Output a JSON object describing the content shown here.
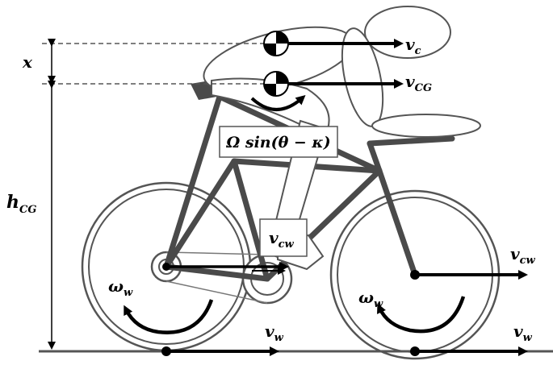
{
  "diagram": {
    "labels": {
      "x": "x",
      "h_cg": "h",
      "h_cg_sub": "CG",
      "v_c": "v",
      "v_c_sub": "c",
      "v_cg": "v",
      "v_cg_sub": "CG",
      "omega_box": "Ω sin(θ − κ)",
      "v_cw_box": "v",
      "v_cw_box_sub": "cw",
      "v_cw_right": "v",
      "v_cw_right_sub": "cw",
      "omega_w_rear": "ω",
      "omega_w_rear_sub": "w",
      "omega_w_front": "ω",
      "omega_w_front_sub": "w",
      "v_w_rear": "v",
      "v_w_rear_sub": "w",
      "v_w_front": "v",
      "v_w_front_sub": "w"
    },
    "colors": {
      "frame": "#4a4a4a",
      "ink": "#000000",
      "outline": "#555555"
    }
  }
}
